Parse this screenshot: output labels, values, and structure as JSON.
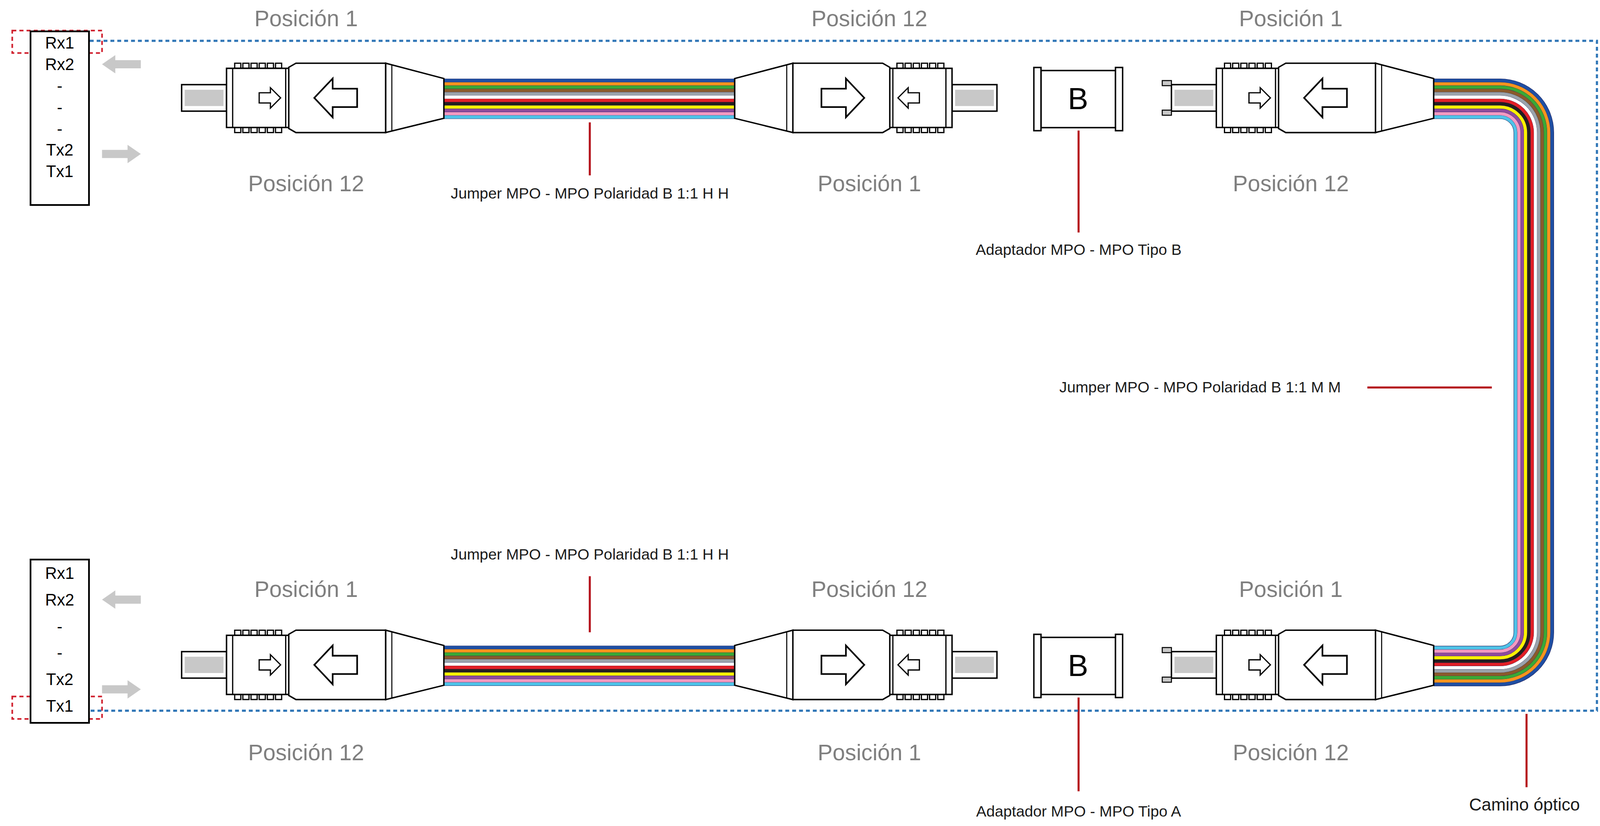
{
  "diagram": {
    "nodes": [
      {
        "text": [
          "Rx1",
          "Rx2",
          "-",
          "-",
          "-",
          "Tx2",
          "Tx1"
        ]
      },
      {
        "text": [
          "B"
        ]
      },
      {
        "text": [
          "Rx1",
          "Rx2",
          "-",
          "-",
          "Tx2",
          "Tx1"
        ]
      },
      {
        "text": [
          "B"
        ]
      }
    ],
    "edges": [
      {
        "from": 0,
        "to": 2,
        "arrow": "none"
      }
    ],
    "labels": [
      "Posición 1",
      "Posición 12",
      "Posición 1",
      "Posición 12",
      "Jumper MPO - MPO Polaridad B 1:1 H H",
      "Posición 1",
      "Adaptador MPO - MPO Tipo B",
      "Posición 12",
      "Jumper MPO - MPO Polaridad B 1:1 M M",
      "Jumper MPO - MPO Polaridad B 1:1 H H",
      "Posición 1",
      "Posición 12",
      "Posición 1",
      "Posición 12",
      "Posición 1",
      "Posición 12",
      "Adaptador MPO - MPO Tipo A",
      "Camino óptico"
    ]
  }
}
